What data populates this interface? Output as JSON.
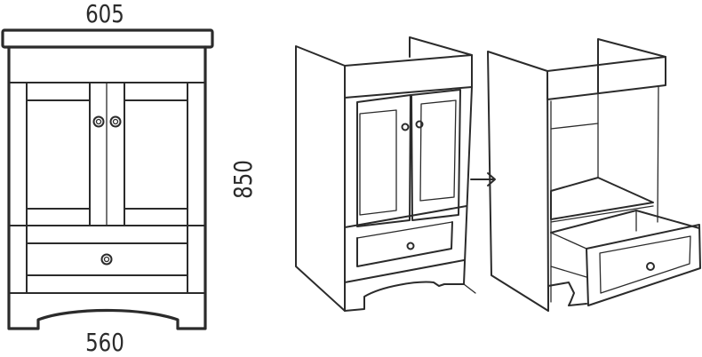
{
  "diagram": {
    "type": "furniture-dimension-drawing",
    "subject": "bathroom vanity cabinet with two doors and one drawer",
    "front_view": {
      "width_top_label": "605",
      "width_bottom_label": "560",
      "height_label": "850",
      "components": [
        "countertop",
        "two doors",
        "two door knobs",
        "drawer",
        "drawer knob",
        "arched plinth"
      ]
    },
    "iso_view_closed": {
      "components": [
        "side panels",
        "top rail",
        "two doors",
        "two door knobs",
        "drawer",
        "drawer knob",
        "arched plinth"
      ]
    },
    "arrow": {
      "direction": "right"
    },
    "iso_view_open": {
      "components": [
        "side panels",
        "top rail",
        "interior shelf",
        "drawer pulled out",
        "drawer knob"
      ]
    }
  },
  "colors": {
    "line": "#2b2b2b",
    "background": "#ffffff"
  }
}
